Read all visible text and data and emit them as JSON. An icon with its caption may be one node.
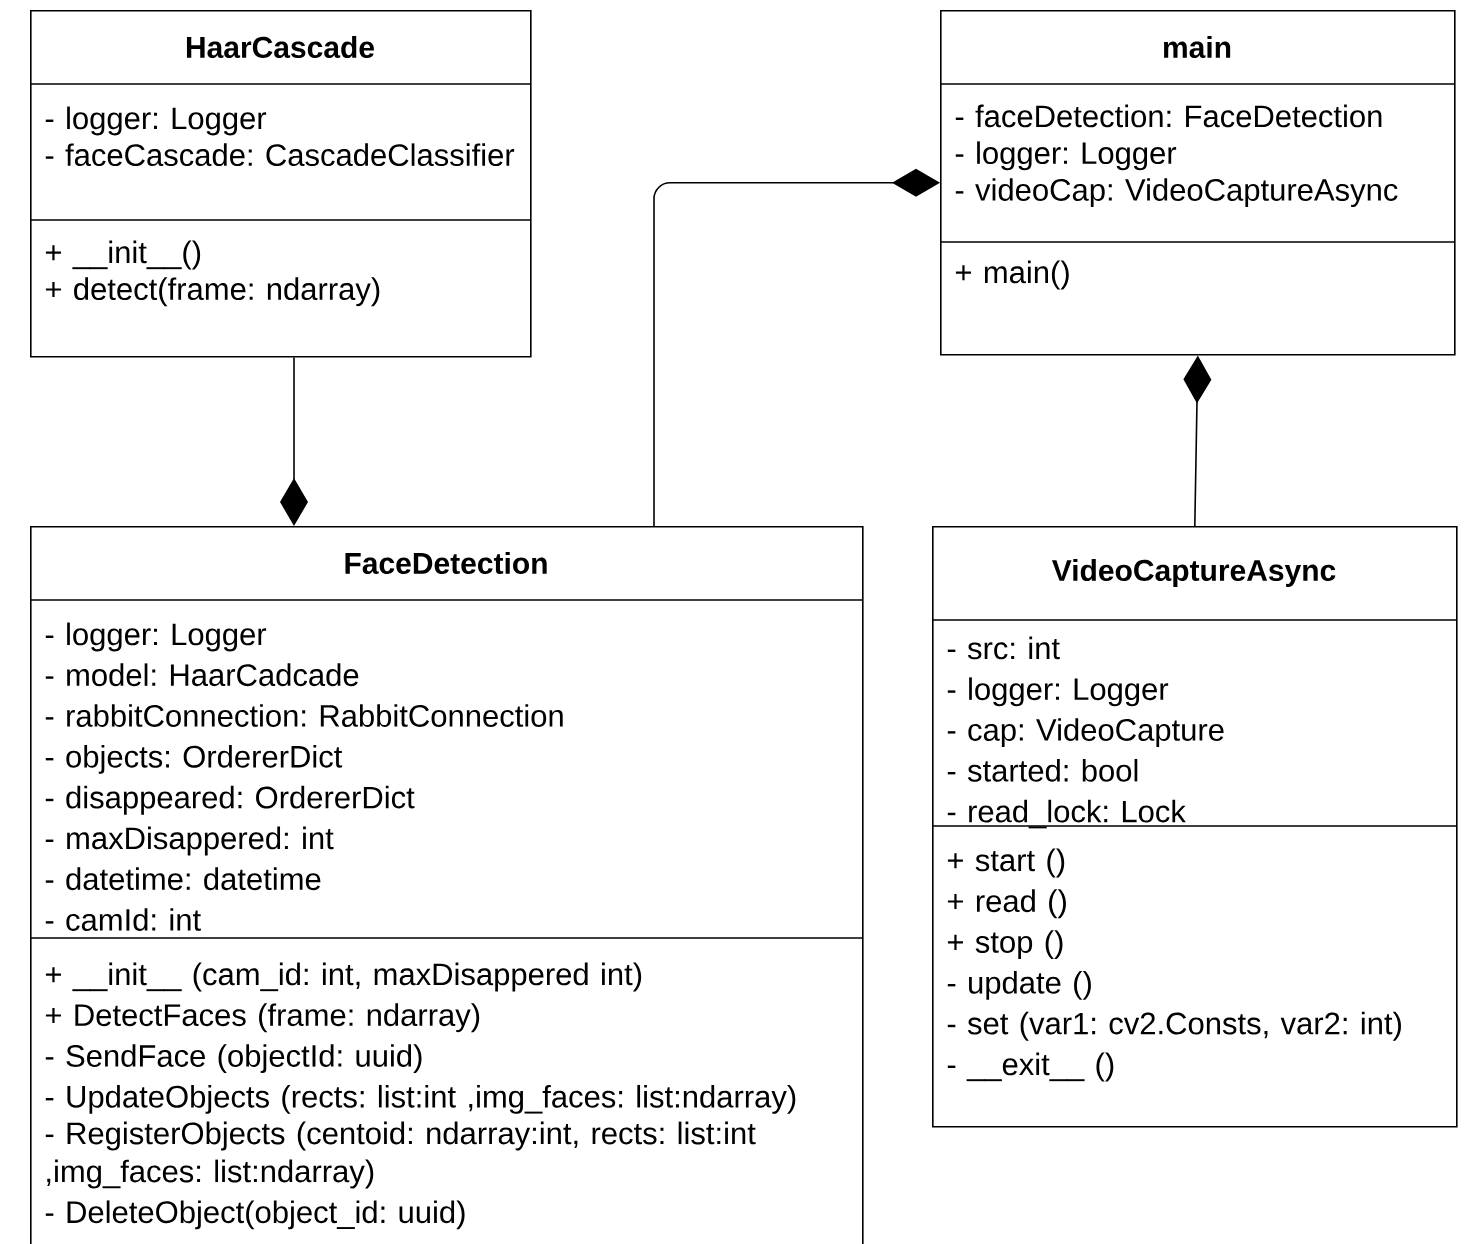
{
  "diagram": {
    "nodes": [
      {
        "text": [
          "HaarCascade",
          "- logger: Logger",
          "- faceCascade: CascadeClassifier",
          "+ __init__()",
          "+ detect(frame: ndarray)"
        ]
      },
      {
        "text": [
          "main",
          "- faceDetection: FaceDetection",
          "- logger: Logger",
          "- videoCap: VideoCaptureAsync",
          "+ main()"
        ]
      },
      {
        "text": [
          "FaceDetection",
          "- logger: Logger",
          "- model: HaarCadcade",
          "- rabbitConnection: RabbitConnection",
          "- objects: OrdererDict",
          "- disappeared: OrdererDict",
          "- maxDisappered: int",
          "- datetime: datetime",
          "- camId: int",
          "+ __init__ (cam_id: int, maxDisappered int)",
          "+ DetectFaces (frame: ndarray)",
          "- SendFace (objectId: uuid)",
          "- UpdateObjects (rects: list:int ,img_faces: list:ndarray)",
          "- RegisterObjects (centoid: ndarray:int, rects: list:int ,img_faces: list:ndarray)",
          "- DeleteObject(object_id: uuid)"
        ]
      },
      {
        "text": [
          "VideoCaptureAsync",
          "- src: int",
          "- logger: Logger",
          "- cap: VideoCapture",
          "- started: bool",
          "- read_lock: Lock",
          "+ start ()",
          "+ read ()",
          "+ stop ()",
          "- update ()",
          "- set (var1: cv2.Consts, var2: int)",
          "- __exit__ ()"
        ]
      }
    ],
    "edges": [
      {
        "from": 0,
        "to": 2,
        "arrow": "other"
      },
      {
        "from": 2,
        "to": 1,
        "arrow": "other"
      },
      {
        "from": 3,
        "to": 1,
        "arrow": "other"
      }
    ]
  }
}
